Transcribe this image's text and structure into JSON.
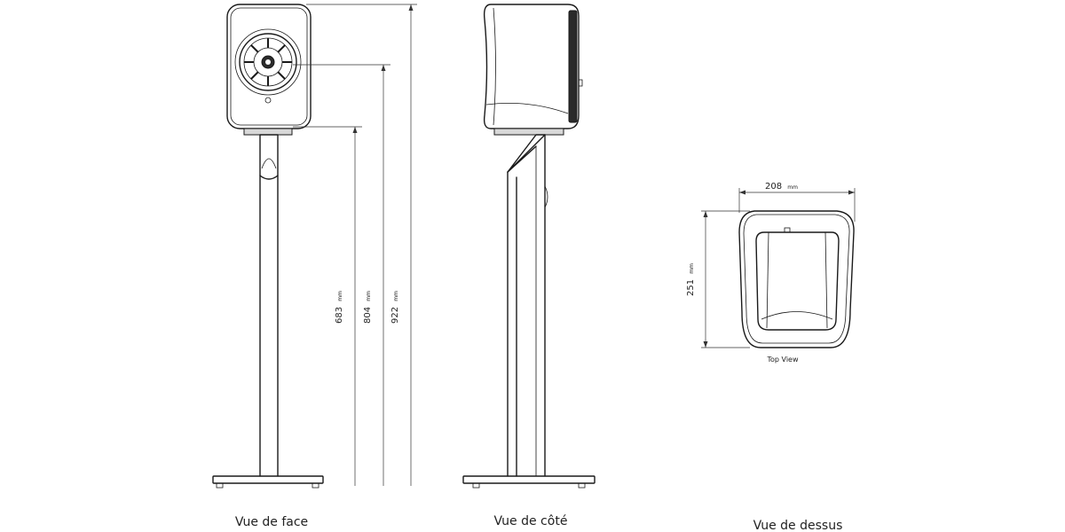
{
  "captions": {
    "front": "Vue de face",
    "side": "Vue de côté",
    "top": "Vue de dessus"
  },
  "top_view_label": "Top View",
  "dimensions": {
    "speaker_height": {
      "value": "922",
      "unit": "mm"
    },
    "top_plate_height": {
      "value": "804",
      "unit": "mm"
    },
    "stand_height": {
      "value": "683",
      "unit": "mm"
    },
    "width": {
      "value": "208",
      "unit": "mm"
    },
    "depth": {
      "value": "251",
      "unit": "mm"
    }
  }
}
